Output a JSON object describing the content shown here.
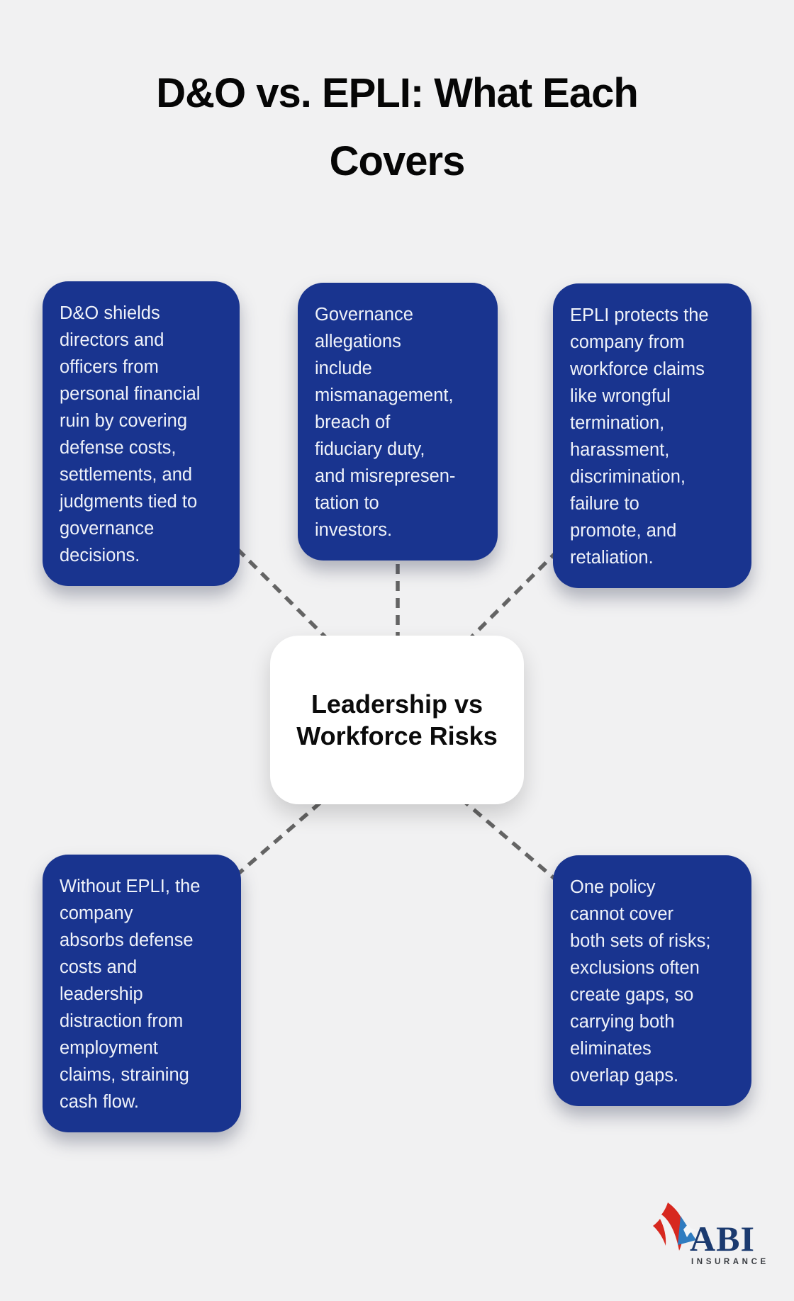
{
  "title": {
    "text": "D&O vs. EPLI: What Each Covers"
  },
  "center_node": {
    "label": "Leadership vs\nWorkforce Risks"
  },
  "cards": [
    {
      "name": "dno-definition",
      "text": "D&O shields\ndirectors and\nofficers from\npersonal financial\nruin by covering\ndefense costs,\nsettlements, and\njudgments tied to\ngovernance\ndecisions."
    },
    {
      "name": "governance-allegations",
      "text": "Governance\nallegations\ninclude\nmismanagement,\nbreach of\nfiduciary duty,\nand misrepresen-\ntation to\ninvestors."
    },
    {
      "name": "epli-definition",
      "text": "EPLI protects the\ncompany from\nworkforce claims\nlike wrongful\ntermination,\nharassment,\ndiscrimination,\nfailure to\npromote, and\nretaliation."
    },
    {
      "name": "without-epli-consequences",
      "text": "Without EPLI, the\ncompany\nabsorbs defense\ncosts and\nleadership\ndistraction from\nemployment\nclaims, straining\ncash flow."
    },
    {
      "name": "one-policy-gap",
      "text": "One policy\ncannot cover\nboth sets of risks;\nexclusions often\ncreate gaps, so\ncarrying both\neliminates\noverlap gaps."
    }
  ],
  "logo": {
    "brand": "ABI",
    "tagline": "INSURANCE"
  },
  "colors": {
    "background": "#F1F1F2",
    "card_background": "#19348F",
    "card_text": "#EFF2F9",
    "center_box_background": "#FFFFFF",
    "center_text": "#0B0B0B",
    "title_text": "#060606",
    "connector_gray": "#646464",
    "logo_navy": "#1B3A6F",
    "logo_red": "#D7281F",
    "logo_blue": "#2F7CC0"
  }
}
